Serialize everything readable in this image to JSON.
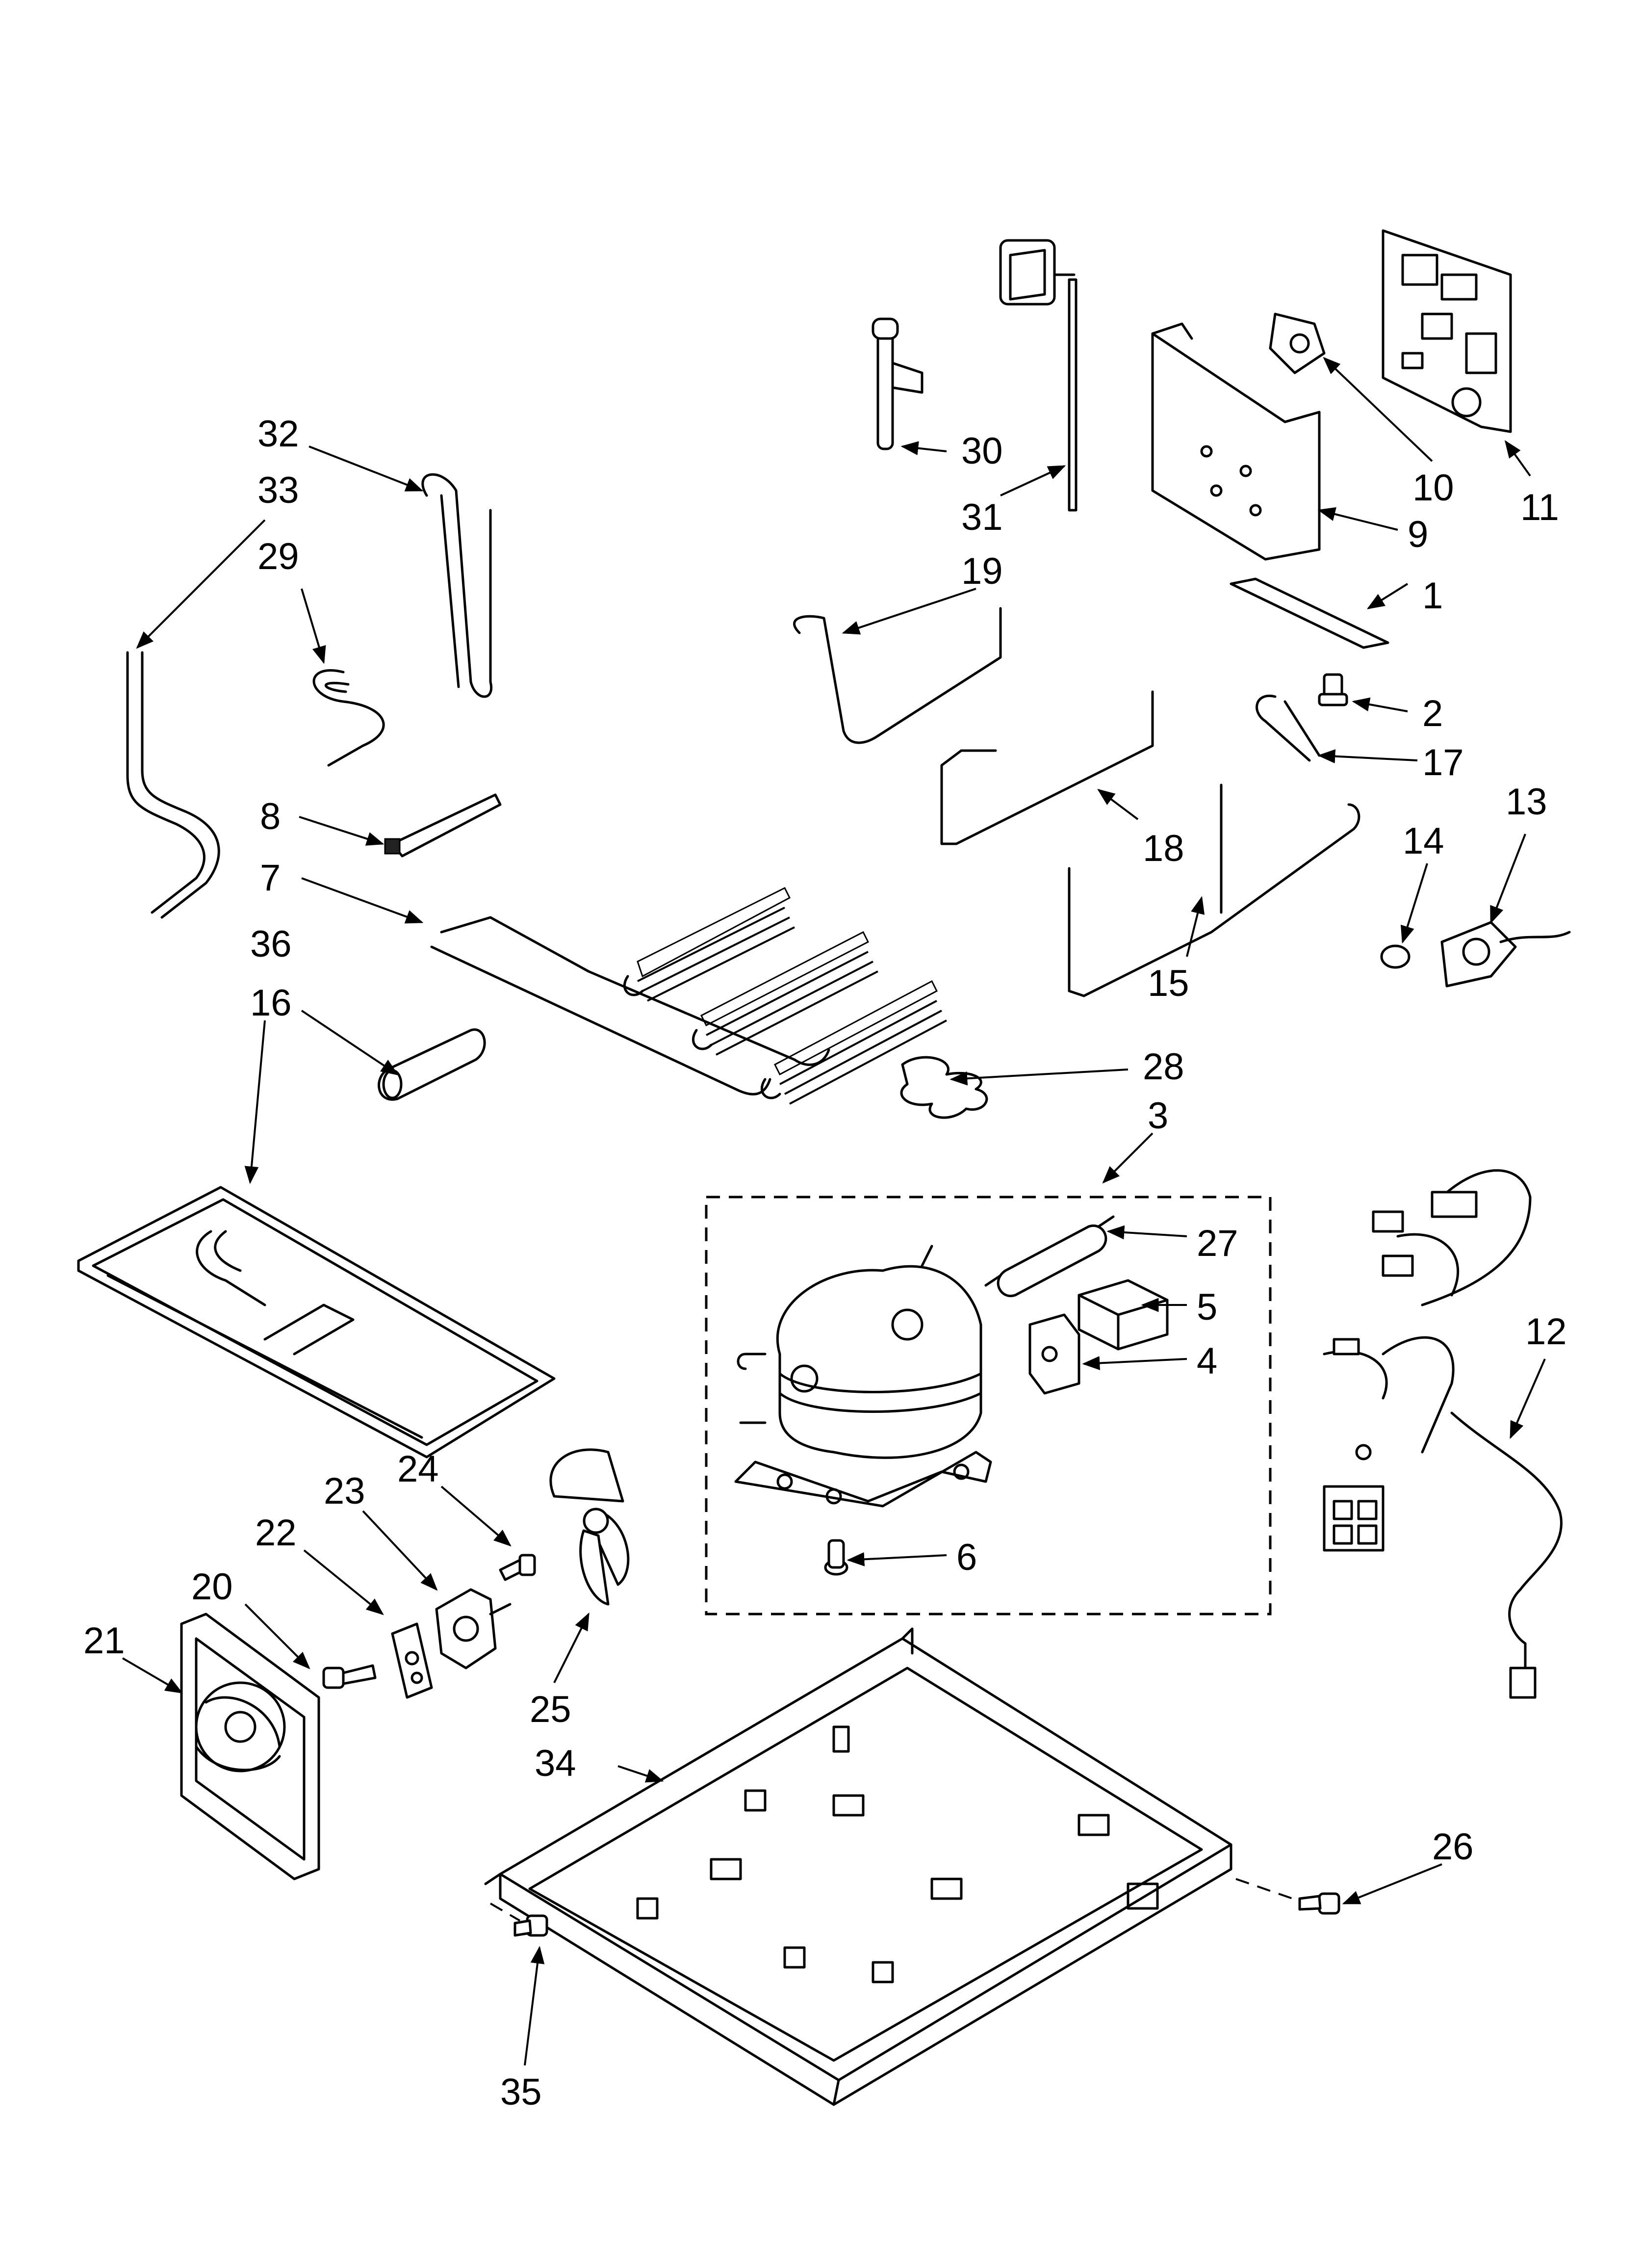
{
  "callouts": [
    {
      "id": "1",
      "label": "1"
    },
    {
      "id": "2",
      "label": "2"
    },
    {
      "id": "3",
      "label": "3"
    },
    {
      "id": "4",
      "label": "4"
    },
    {
      "id": "5",
      "label": "5"
    },
    {
      "id": "6",
      "label": "6"
    },
    {
      "id": "7",
      "label": "7"
    },
    {
      "id": "8",
      "label": "8"
    },
    {
      "id": "9",
      "label": "9"
    },
    {
      "id": "10",
      "label": "10"
    },
    {
      "id": "11",
      "label": "11"
    },
    {
      "id": "12",
      "label": "12"
    },
    {
      "id": "13",
      "label": "13"
    },
    {
      "id": "14",
      "label": "14"
    },
    {
      "id": "15",
      "label": "15"
    },
    {
      "id": "16",
      "label": "16"
    },
    {
      "id": "17",
      "label": "17"
    },
    {
      "id": "18",
      "label": "18"
    },
    {
      "id": "19",
      "label": "19"
    },
    {
      "id": "20",
      "label": "20"
    },
    {
      "id": "21",
      "label": "21"
    },
    {
      "id": "22",
      "label": "22"
    },
    {
      "id": "23",
      "label": "23"
    },
    {
      "id": "24",
      "label": "24"
    },
    {
      "id": "25",
      "label": "25"
    },
    {
      "id": "26",
      "label": "26"
    },
    {
      "id": "27",
      "label": "27"
    },
    {
      "id": "28",
      "label": "28"
    },
    {
      "id": "29",
      "label": "29"
    },
    {
      "id": "30",
      "label": "30"
    },
    {
      "id": "31",
      "label": "31"
    },
    {
      "id": "32",
      "label": "32"
    },
    {
      "id": "33",
      "label": "33"
    },
    {
      "id": "34",
      "label": "34"
    },
    {
      "id": "35",
      "label": "35"
    },
    {
      "id": "36",
      "label": "36"
    }
  ]
}
